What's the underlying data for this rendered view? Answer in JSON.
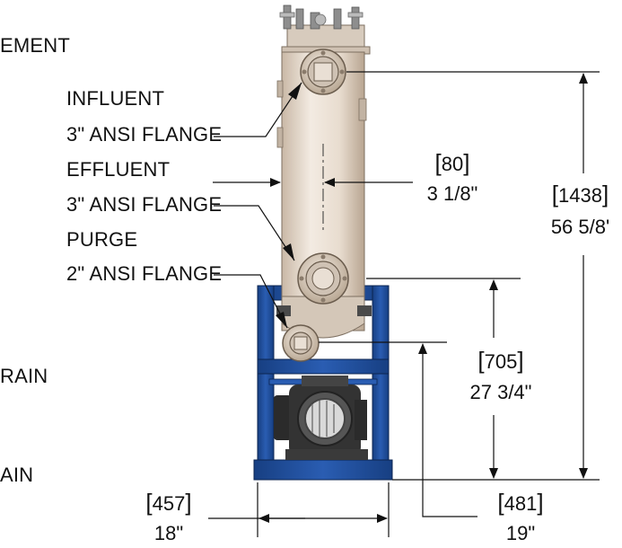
{
  "labels": {
    "element": "EMENT",
    "influent_1": "INFLUENT",
    "influent_2": "3\" ANSI FLANGE",
    "effluent_1": "EFFLUENT",
    "effluent_2": "3\" ANSI FLANGE",
    "purge_1": "PURGE",
    "purge_2": "2\" ANSI FLANGE",
    "drain_1": "RAIN",
    "drain_2": "AIN"
  },
  "dimensions": {
    "d80": {
      "mm": "80",
      "inch": "3 1/8\""
    },
    "d1438": {
      "mm": "1438",
      "inch": "56 5/8'"
    },
    "d705": {
      "mm": "705",
      "inch": "27 3/4\""
    },
    "d457": {
      "mm": "457",
      "inch": "18\""
    },
    "d481": {
      "mm": "481",
      "inch": "19\""
    }
  },
  "colors": {
    "vessel": "#e9ddd0",
    "frame": "#1f4e9c",
    "pump": "#2a2a2a"
  }
}
